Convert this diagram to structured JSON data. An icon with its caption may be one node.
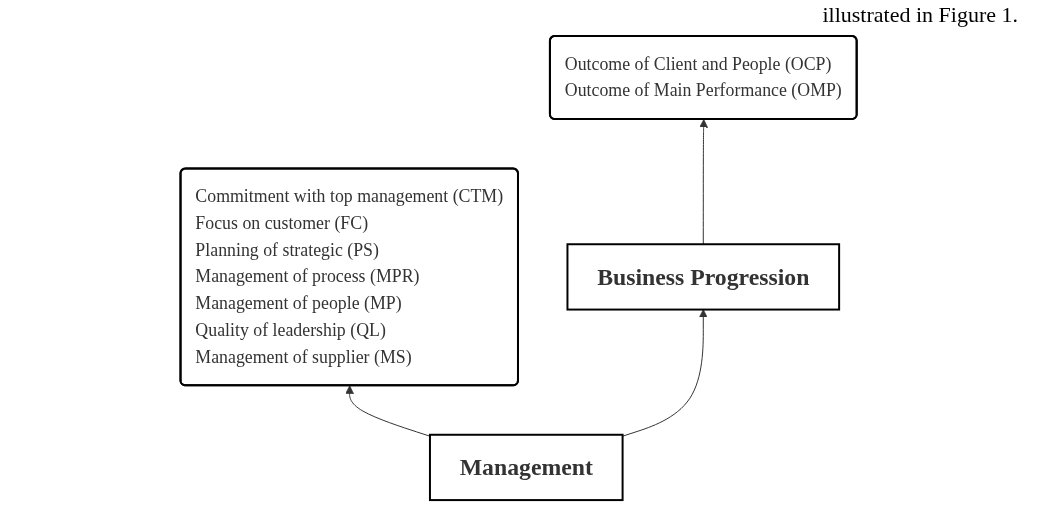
{
  "diagram": {
    "nodes": [
      {
        "text": [
          "Commitment with top management (CTM)",
          "Focus on customer (FC)",
          "Planning of strategic (PS)",
          "Management of process (MPR)",
          "Management of people (MP)",
          "Quality of leadership (QL)",
          "Management of supplier (MS)"
        ]
      },
      {
        "text": [
          "Outcome of Client and People (OCP)",
          "Outcome of Main Performance (OMP)"
        ]
      },
      {
        "text": [
          "Management"
        ]
      },
      {
        "text": [
          "Business Progression"
        ]
      }
    ],
    "edges": [
      {
        "from": 2,
        "to": 0,
        "arrow": "to"
      },
      {
        "from": 2,
        "to": 3,
        "arrow": "to"
      },
      {
        "from": 3,
        "to": 1,
        "arrow": "to"
      }
    ],
    "labels": [
      "illustrated in Figure 1."
    ]
  }
}
